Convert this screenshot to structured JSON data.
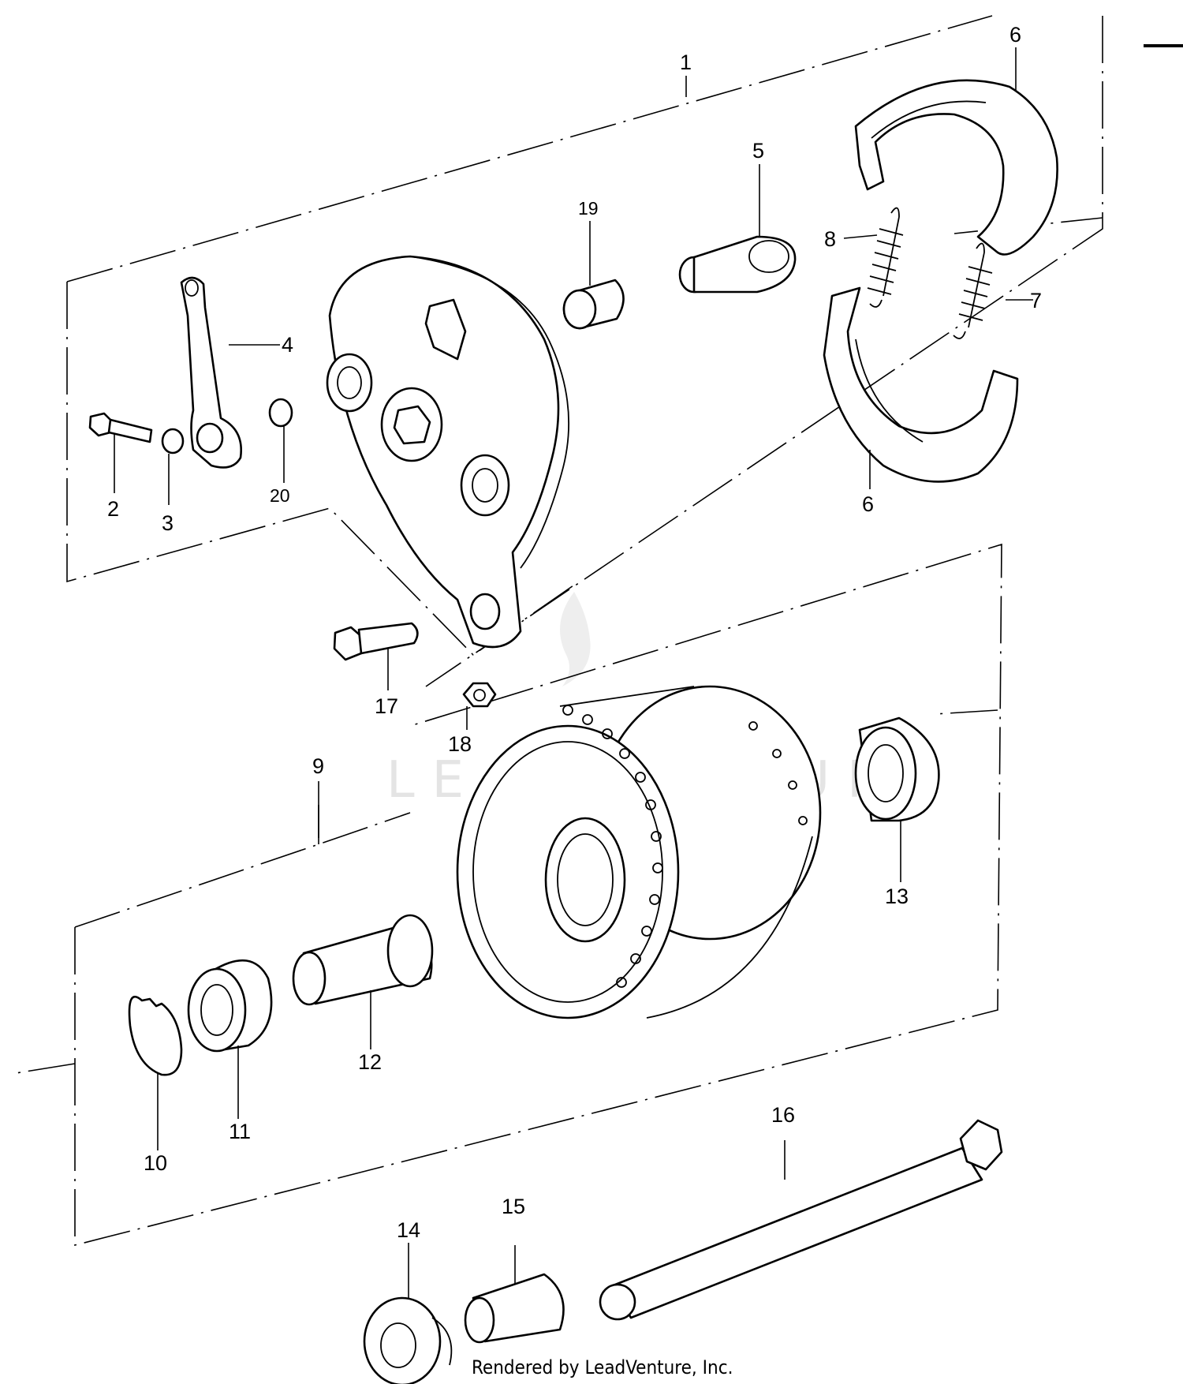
{
  "watermark": "LEADVENTURE",
  "credit": "Rendered by LeadVenture, Inc.",
  "callouts": [
    {
      "id": "c1",
      "label": "1"
    },
    {
      "id": "c2",
      "label": "2"
    },
    {
      "id": "c3",
      "label": "3"
    },
    {
      "id": "c4",
      "label": "4"
    },
    {
      "id": "c5",
      "label": "5"
    },
    {
      "id": "c6a",
      "label": "6"
    },
    {
      "id": "c6b",
      "label": "6"
    },
    {
      "id": "c7",
      "label": "7"
    },
    {
      "id": "c8",
      "label": "8"
    },
    {
      "id": "c9",
      "label": "9"
    },
    {
      "id": "c10",
      "label": "10"
    },
    {
      "id": "c11",
      "label": "11"
    },
    {
      "id": "c12",
      "label": "12"
    },
    {
      "id": "c13",
      "label": "13"
    },
    {
      "id": "c14",
      "label": "14"
    },
    {
      "id": "c15",
      "label": "15"
    },
    {
      "id": "c16",
      "label": "16"
    },
    {
      "id": "c17",
      "label": "17"
    },
    {
      "id": "c18",
      "label": "18"
    },
    {
      "id": "c19",
      "label": "19"
    },
    {
      "id": "c20",
      "label": "20"
    }
  ]
}
